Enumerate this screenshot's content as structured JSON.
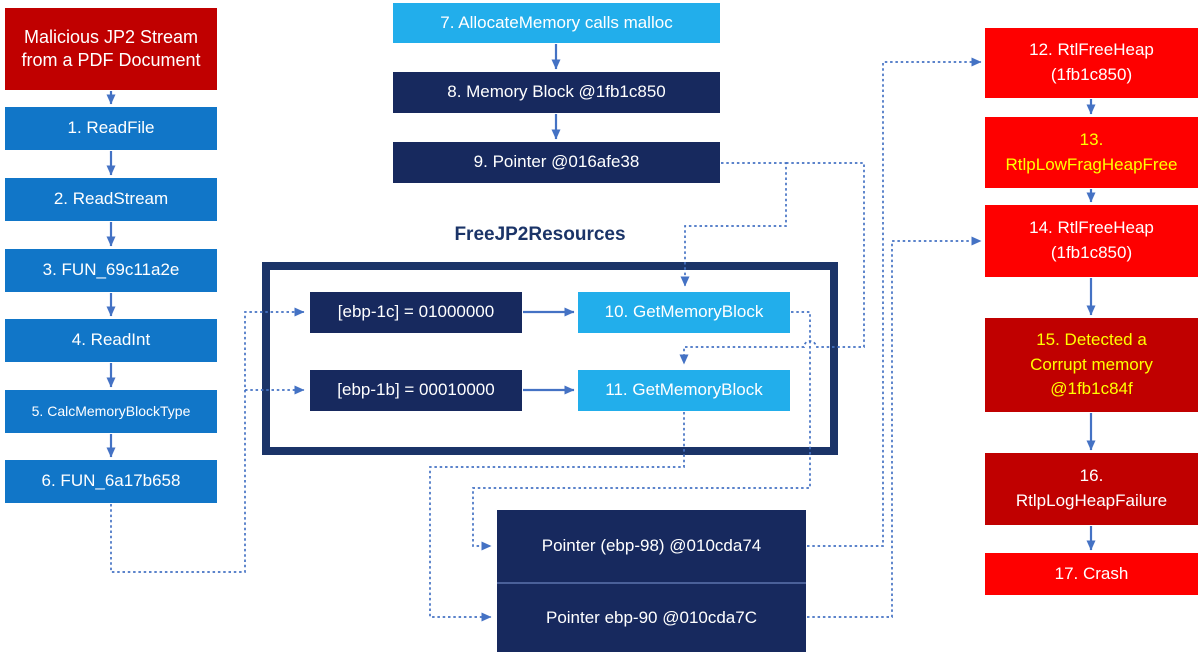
{
  "diagram": {
    "section_label": "FreeJP2Resources",
    "colors": {
      "process_blue": "#1176C8",
      "memory_navy": "#17295E",
      "alloc_cyan": "#22AEEB",
      "free_red": "#FE0000",
      "corrupt_darkred": "#C00000",
      "warning_yellow": "#FFFF00",
      "connector_blue": "#4472C4",
      "frame_navy": "#1B3468"
    },
    "nodes": {
      "source": {
        "label": "Malicious JP2 Stream\nfrom a PDF Document"
      },
      "s1": {
        "label": "1. ReadFile"
      },
      "s2": {
        "label": "2. ReadStream"
      },
      "s3": {
        "label": "3. FUN_69c11a2e"
      },
      "s4": {
        "label": "4. ReadInt"
      },
      "s5": {
        "label": "5. CalcMemoryBlockType"
      },
      "s6": {
        "label": "6. FUN_6a17b658"
      },
      "s7": {
        "label": "7. AllocateMemory calls malloc"
      },
      "s8": {
        "label": "8. Memory Block @1fb1c850"
      },
      "s9": {
        "label": "9. Pointer @016afe38"
      },
      "ebp1c": {
        "label": "[ebp-1c] = 01000000"
      },
      "g10": {
        "label": "10. GetMemoryBlock"
      },
      "ebp1b": {
        "label": "[ebp-1b] = 00010000"
      },
      "g11": {
        "label": "11. GetMemoryBlock"
      },
      "p98": {
        "label": "Pointer (ebp-98) @010cda74"
      },
      "p90": {
        "label": "Pointer ebp-90 @010cda7C"
      },
      "r12": {
        "label": "12. RtlFreeHeap\n(1fb1c850)"
      },
      "r13": {
        "label": "13.\nRtlpLowFragHeapFree"
      },
      "r14": {
        "label": "14. RtlFreeHeap\n(1fb1c850)"
      },
      "r15": {
        "label": "15. Detected a\nCorrupt memory\n@1fb1c84f"
      },
      "r16": {
        "label": "16.\nRtlpLogHeapFailure"
      },
      "r17": {
        "label": "17. Crash"
      }
    },
    "edges": [
      {
        "from": "source",
        "to": "1. ReadFile",
        "type": "solid"
      },
      {
        "from": "1. ReadFile",
        "to": "2. ReadStream",
        "type": "solid"
      },
      {
        "from": "2. ReadStream",
        "to": "3. FUN_69c11a2e",
        "type": "solid"
      },
      {
        "from": "3. FUN_69c11a2e",
        "to": "4. ReadInt",
        "type": "solid"
      },
      {
        "from": "4. ReadInt",
        "to": "5. CalcMemoryBlockType",
        "type": "solid"
      },
      {
        "from": "5. CalcMemoryBlockType",
        "to": "6. FUN_6a17b658",
        "type": "solid"
      },
      {
        "from": "7. AllocateMemory calls malloc",
        "to": "8. Memory Block @1fb1c850",
        "type": "solid"
      },
      {
        "from": "8. Memory Block @1fb1c850",
        "to": "9. Pointer @016afe38",
        "type": "solid"
      },
      {
        "from": "[ebp-1c] = 01000000",
        "to": "10. GetMemoryBlock",
        "type": "solid"
      },
      {
        "from": "[ebp-1b] = 00010000",
        "to": "11. GetMemoryBlock",
        "type": "solid"
      },
      {
        "from": "12. RtlFreeHeap (1fb1c850)",
        "to": "13. RtlpLowFragHeapFree",
        "type": "solid"
      },
      {
        "from": "13. RtlpLowFragHeapFree",
        "to": "14. RtlFreeHeap (1fb1c850)",
        "type": "solid"
      },
      {
        "from": "14. RtlFreeHeap (1fb1c850)",
        "to": "15. Detected a Corrupt memory @1fb1c84f",
        "type": "solid"
      },
      {
        "from": "15. Detected a Corrupt memory @1fb1c84f",
        "to": "16. RtlpLogHeapFailure",
        "type": "solid"
      },
      {
        "from": "16. RtlpLogHeapFailure",
        "to": "17. Crash",
        "type": "solid"
      },
      {
        "from": "6. FUN_6a17b658",
        "to": "[ebp-1c] = 01000000",
        "type": "dashed"
      },
      {
        "from": "6. FUN_6a17b658",
        "to": "[ebp-1b] = 00010000",
        "type": "dashed"
      },
      {
        "from": "9. Pointer @016afe38",
        "to": "10. GetMemoryBlock",
        "type": "dashed"
      },
      {
        "from": "9. Pointer @016afe38",
        "to": "11. GetMemoryBlock",
        "type": "dashed"
      },
      {
        "from": "10. GetMemoryBlock",
        "to": "Pointer (ebp-98) @010cda74",
        "type": "dashed"
      },
      {
        "from": "11. GetMemoryBlock",
        "to": "Pointer ebp-90 @010cda7C",
        "type": "dashed"
      },
      {
        "from": "Pointer (ebp-98) @010cda74",
        "to": "12. RtlFreeHeap (1fb1c850)",
        "type": "dashed"
      },
      {
        "from": "Pointer ebp-90 @010cda7C",
        "to": "14. RtlFreeHeap (1fb1c850)",
        "type": "dashed"
      }
    ]
  }
}
